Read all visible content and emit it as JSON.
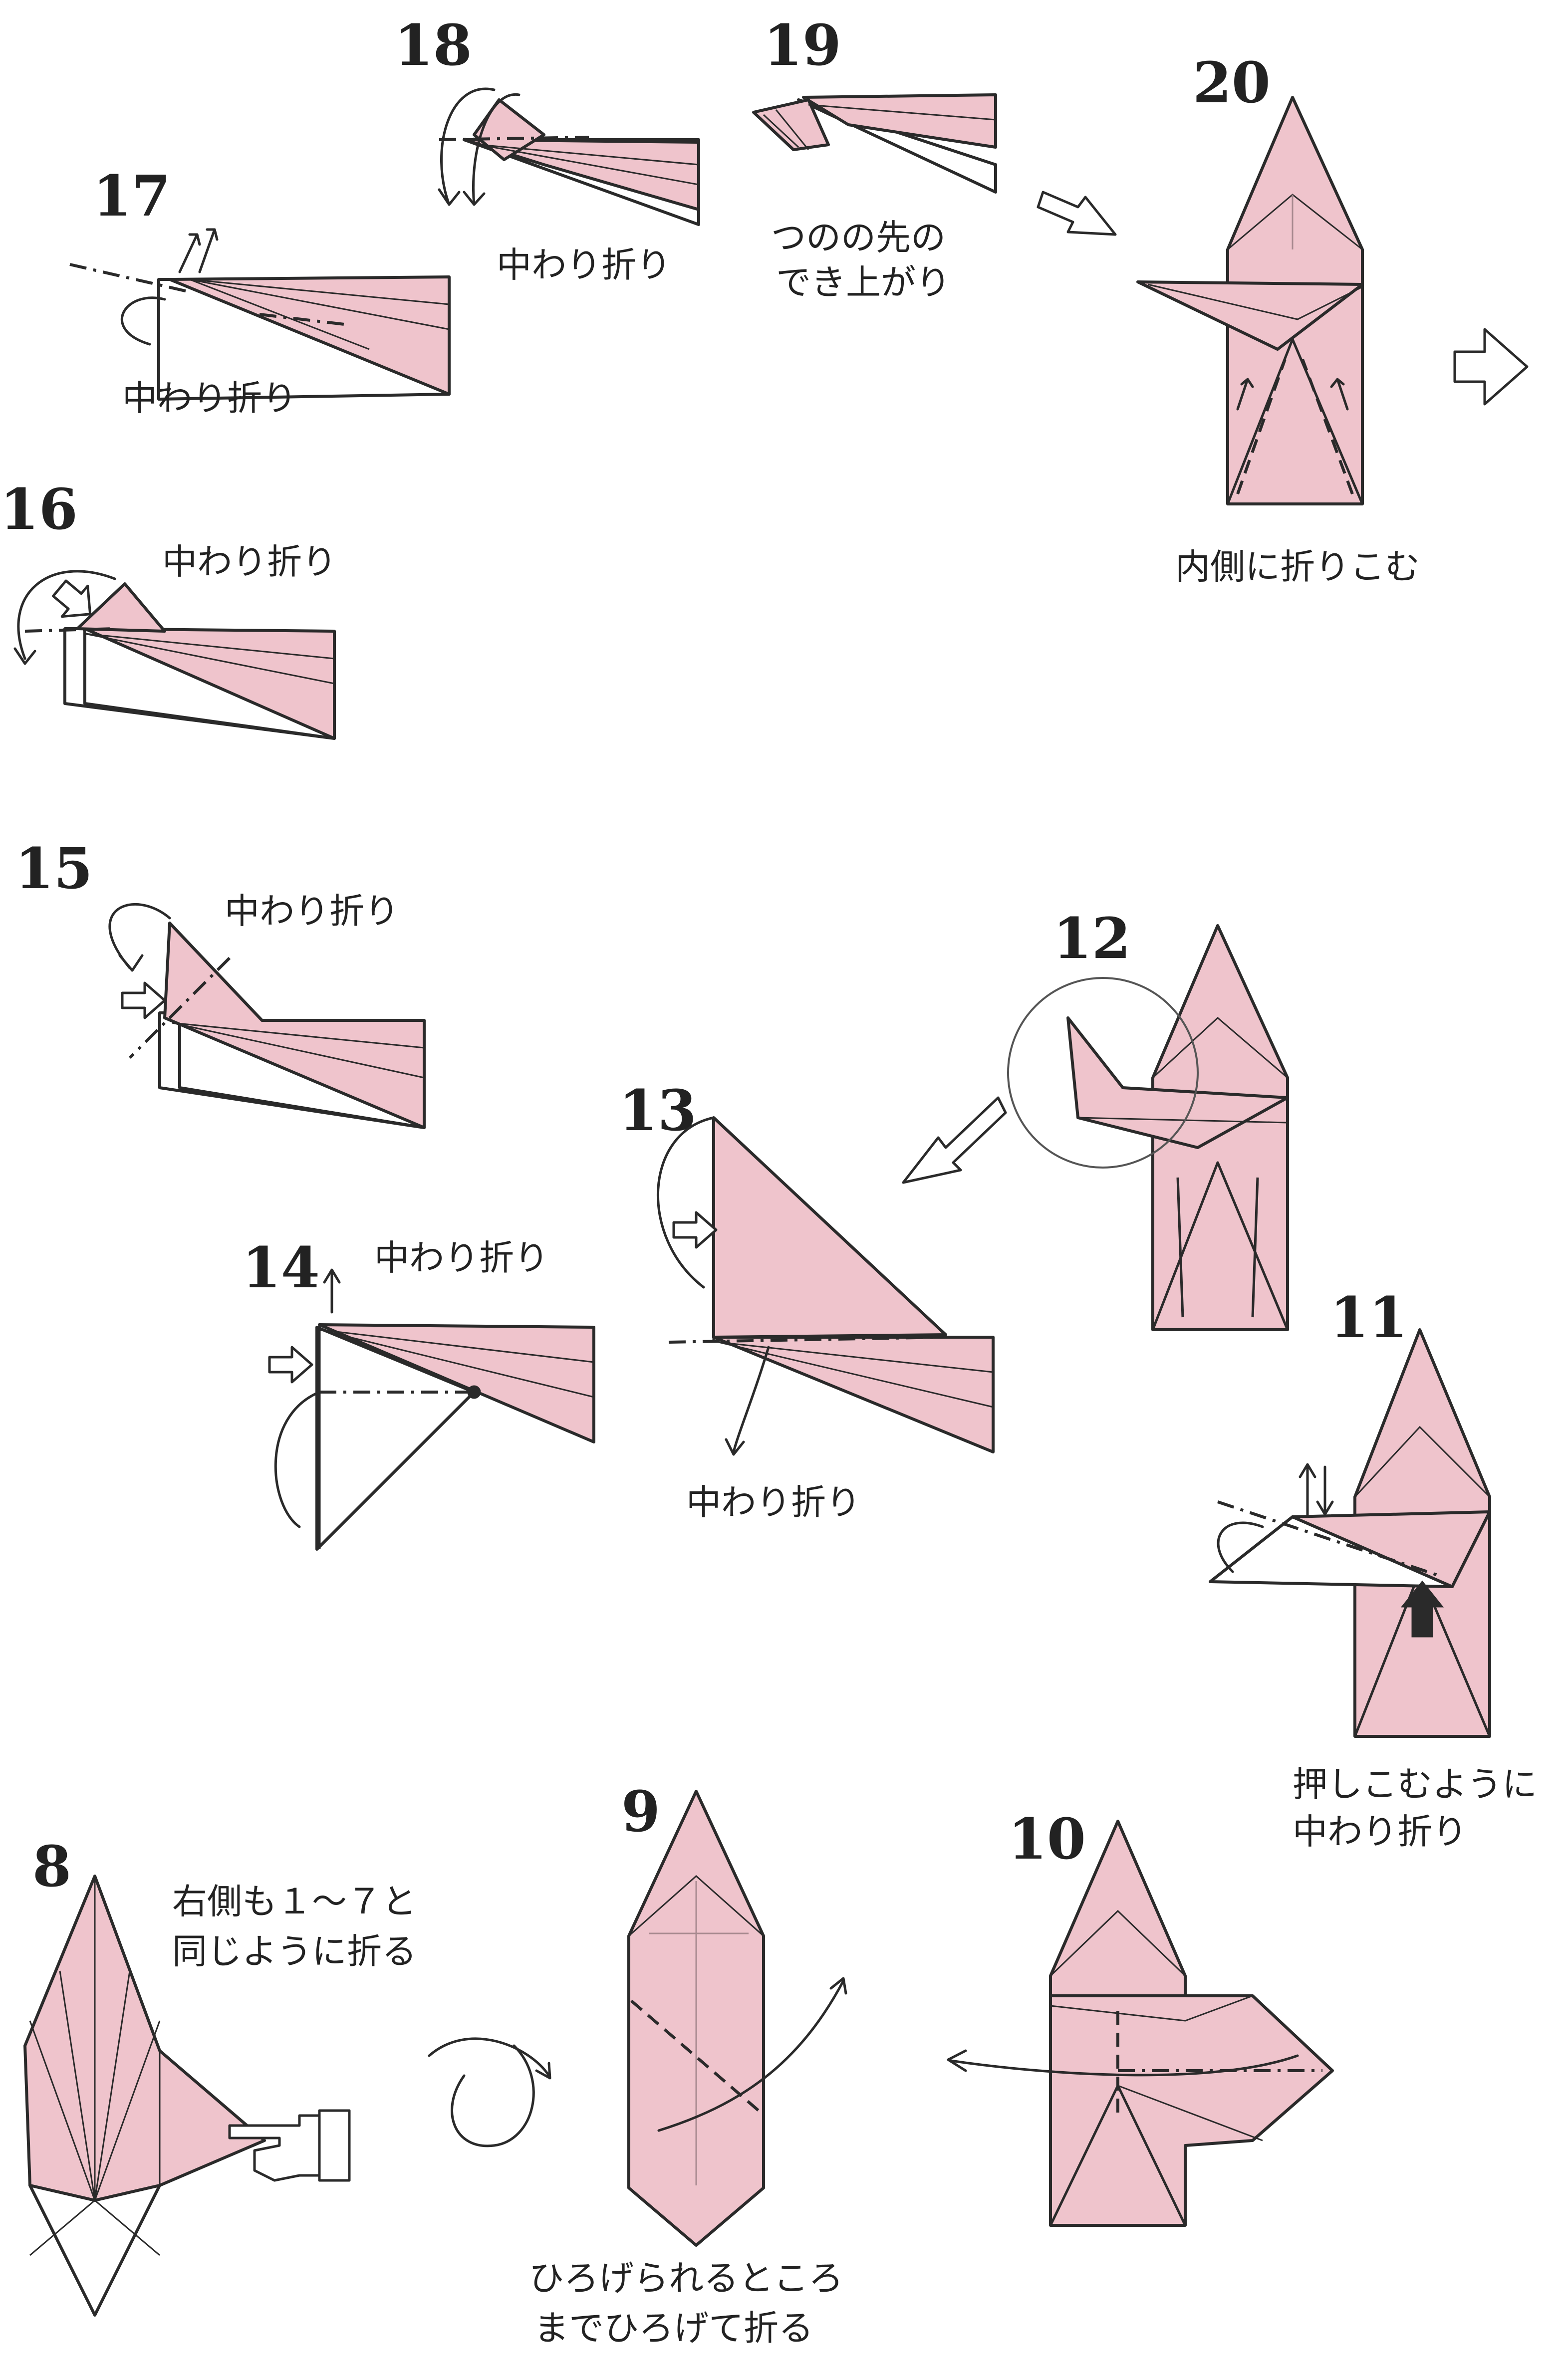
{
  "steps": [
    {
      "number": "8",
      "caption_lines": [
        "右側も１～７と",
        "同じように折る"
      ]
    },
    {
      "number": "9",
      "caption_lines": [
        "ひろげられるところ",
        "までひろげて折る"
      ]
    },
    {
      "number": "10",
      "caption_lines": []
    },
    {
      "number": "11",
      "caption_lines": [
        "押しこむように",
        "中わり折り"
      ]
    },
    {
      "number": "12",
      "caption_lines": []
    },
    {
      "number": "13",
      "caption_lines": [
        "中わり折り"
      ]
    },
    {
      "number": "14",
      "caption_lines": [
        "中わり折り"
      ]
    },
    {
      "number": "15",
      "caption_lines": [
        "中わり折り"
      ]
    },
    {
      "number": "16",
      "caption_lines": [
        "中わり折り"
      ]
    },
    {
      "number": "17",
      "caption_lines": [
        "中わり折り"
      ]
    },
    {
      "number": "18",
      "caption_lines": [
        "中わり折り"
      ]
    },
    {
      "number": "19",
      "caption_lines": [
        "つのの先の",
        "でき上がり"
      ]
    },
    {
      "number": "20",
      "caption_lines": [
        "内側に折りこむ"
      ]
    }
  ],
  "colors": {
    "paper_color": "#efc4cc",
    "line_color": "#2a2a2a",
    "background": "#ffffff"
  },
  "icons": [
    "pointing-hand-icon",
    "turn-over-icon",
    "push-arrow-icon",
    "next-page-arrow-icon"
  ]
}
